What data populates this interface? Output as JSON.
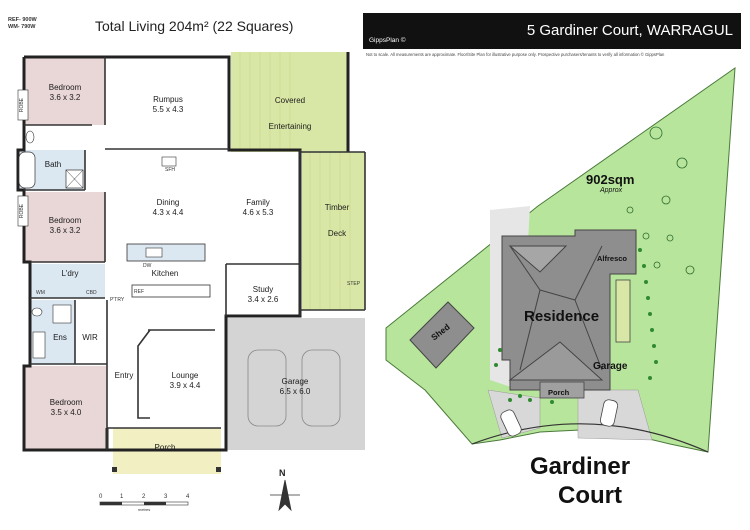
{
  "header": {
    "ref_line1": "REF- 900W",
    "ref_line2": "WM- 790W",
    "total_living": "Total Living 204m² (22 Squares)"
  },
  "banner": {
    "address": "5 Gardiner Court, WARRAGUL",
    "brand": "GippsPlan ©",
    "disclaimer": "Not to scale. All measurements are approximate. Floor/Site Plan for illustrative purpose only. Prospective purchasers/tenants to verify all information © GippsPlan"
  },
  "floorplan": {
    "rooms": [
      {
        "name": "Bedroom",
        "size": "3.6 x 3.2"
      },
      {
        "name": "Rumpus",
        "size": "5.5 x 4.3"
      },
      {
        "name": "Covered",
        "size": "Entertaining"
      },
      {
        "name": "Bath",
        "size": ""
      },
      {
        "name": "Bedroom",
        "size": "3.6 x 3.2"
      },
      {
        "name": "Dining",
        "size": "4.3 x 4.4"
      },
      {
        "name": "Family",
        "size": "4.6 x 5.3"
      },
      {
        "name": "Timber",
        "size": "Deck"
      },
      {
        "name": "L'dry",
        "size": ""
      },
      {
        "name": "Kitchen",
        "size": ""
      },
      {
        "name": "Study",
        "size": "3.4 x 2.6"
      },
      {
        "name": "Ens",
        "size": ""
      },
      {
        "name": "WIR",
        "size": ""
      },
      {
        "name": "Entry",
        "size": ""
      },
      {
        "name": "Lounge",
        "size": "3.9 x 4.4"
      },
      {
        "name": "Garage",
        "size": "6.5 x 6.0"
      },
      {
        "name": "Bedroom",
        "size": "3.5 x 4.0"
      },
      {
        "name": "Porch",
        "size": ""
      }
    ],
    "fixtures": {
      "robe": "ROBE",
      "sfh": "SFH",
      "dw": "DW",
      "ref": "REF",
      "ph": "P'TRY",
      "wm": "WM",
      "cbd": "CBD",
      "step": "STEP"
    },
    "scale_ticks": [
      "0",
      "1",
      "2",
      "3",
      "4"
    ],
    "scale_unit": "metres",
    "compass": "N"
  },
  "siteplan": {
    "area": "902sqm",
    "approx": "Approx",
    "residence": "Residence",
    "garage": "Garage",
    "alfresco": "Alfresco",
    "porch": "Porch",
    "shed": "Shed",
    "street_line1": "Gardiner",
    "street_line2": "Court"
  },
  "colors": {
    "bedroom": "#e9d6d6",
    "living": "#ffffff",
    "wet": "#dbe7f1",
    "outdoor": "#d9e7a6",
    "garage": "#d4d4d4",
    "porch": "#f2efc2",
    "lawn": "#b7e59b",
    "roof": "#8e8e8e",
    "banner": "#111111"
  }
}
